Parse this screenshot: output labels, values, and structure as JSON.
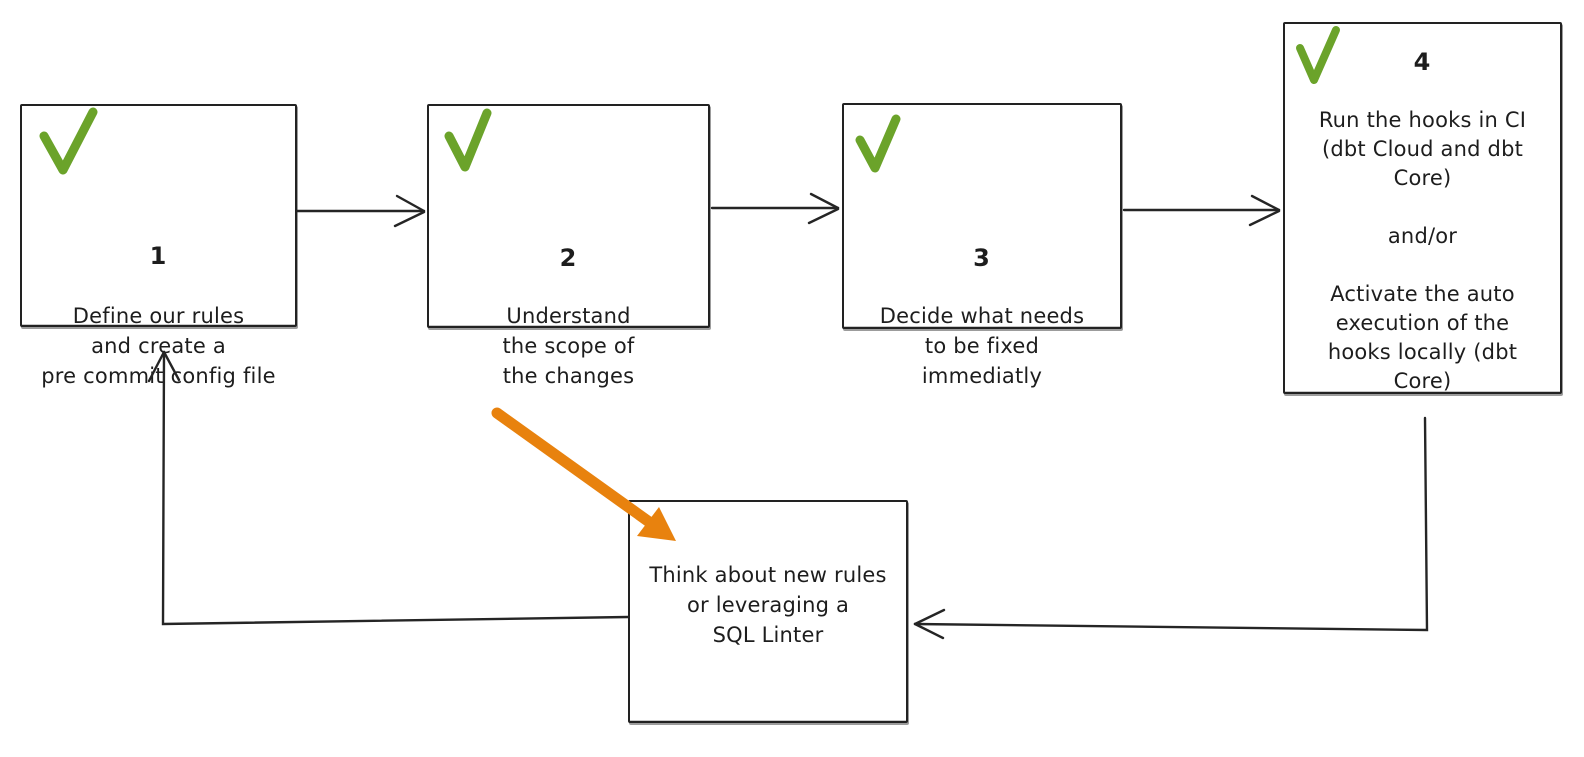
{
  "diagram": {
    "type": "flowchart",
    "background": "#ffffff",
    "colors": {
      "check_green": "#6ba32a",
      "arrow_orange": "#e8820e",
      "ink": "#252525"
    },
    "steps": [
      {
        "number": "1",
        "status": "checked",
        "lines": [
          "Define our rules",
          "and create a",
          "pre commit config file"
        ]
      },
      {
        "number": "2",
        "status": "checked",
        "lines": [
          "Understand",
          "the scope of",
          "the changes"
        ]
      },
      {
        "number": "3",
        "status": "checked",
        "lines": [
          "Decide what needs",
          "to be fixed",
          "immediatly"
        ]
      },
      {
        "number": "4",
        "status": "checked",
        "lines": [
          "Run the hooks in CI",
          "(dbt Cloud and dbt",
          "Core)",
          "",
          "and/or",
          "",
          "Activate the auto",
          "execution of the",
          "hooks locally (dbt",
          "Core)"
        ]
      }
    ],
    "loop_node": {
      "lines": [
        "Think about new rules",
        "or leveraging a",
        "SQL Linter"
      ]
    },
    "connections": [
      "step1 -> step2",
      "step2 -> step3",
      "step3 -> step4",
      "step4 -> loop_node",
      "loop_node -> step1",
      "orange annotation arrow -> loop_node"
    ]
  }
}
